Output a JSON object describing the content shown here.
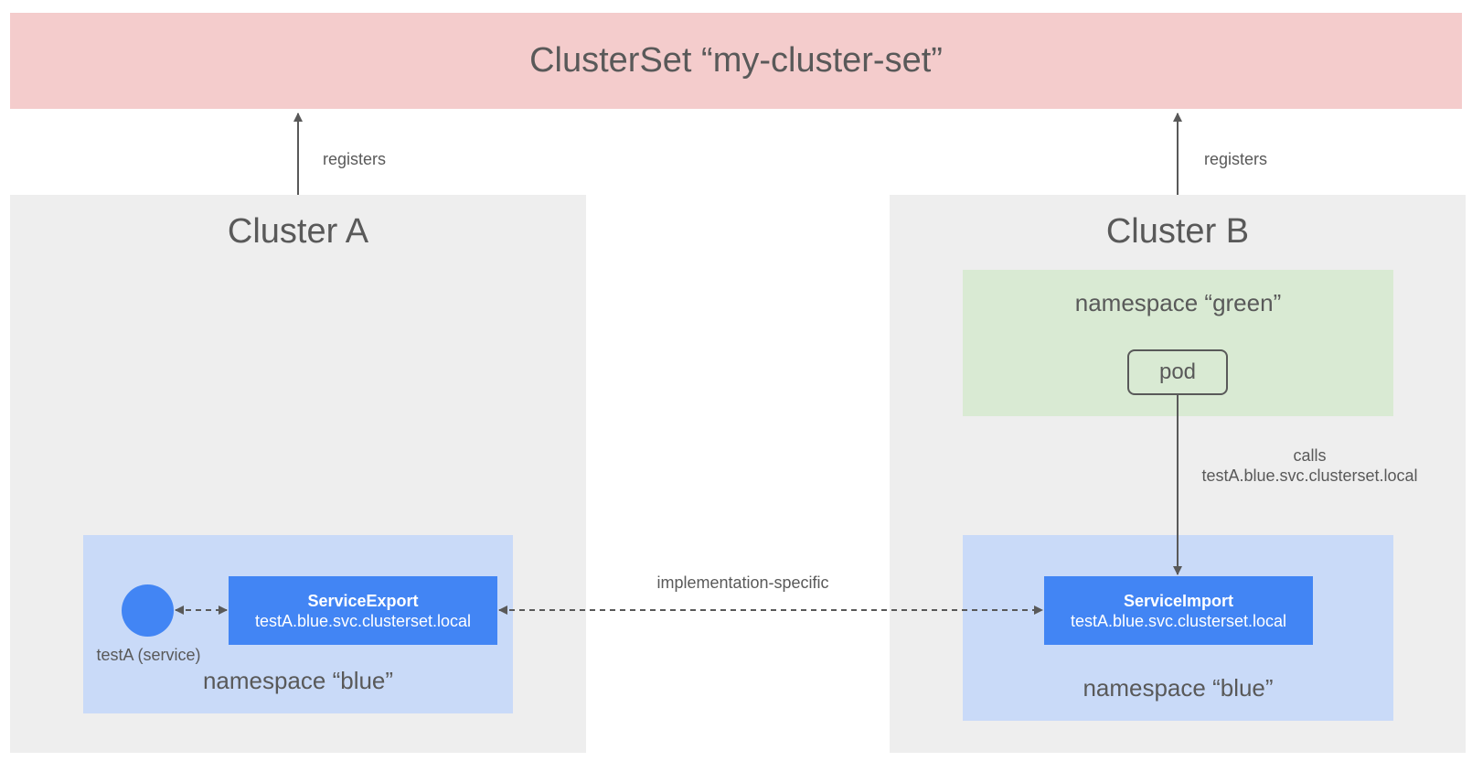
{
  "clusterset": {
    "title": "ClusterSet “my-cluster-set”"
  },
  "cluster_a": {
    "title": "Cluster A",
    "registers_label": "registers",
    "namespace_blue": {
      "label": "namespace “blue”",
      "service": {
        "caption": "testA (service)"
      },
      "service_export": {
        "kind": "ServiceExport",
        "name": "testA.blue.svc.clusterset.local"
      }
    }
  },
  "cluster_b": {
    "title": "Cluster B",
    "registers_label": "registers",
    "namespace_green": {
      "label": "namespace “green”",
      "pod_label": "pod"
    },
    "calls_label": {
      "line1": "calls",
      "line2": "testA.blue.svc.clusterset.local"
    },
    "namespace_blue": {
      "label": "namespace “blue”",
      "service_import": {
        "kind": "ServiceImport",
        "name": "testA.blue.svc.clusterset.local"
      }
    }
  },
  "link": {
    "label": "implementation-specific"
  },
  "colors": {
    "clusterset_fill": "#f4cccc",
    "cluster_fill": "#eeeeee",
    "namespace_blue_fill": "#c9daf8",
    "namespace_green_fill": "#d9ead3",
    "service_fill": "#4285f4",
    "text": "#595959"
  }
}
